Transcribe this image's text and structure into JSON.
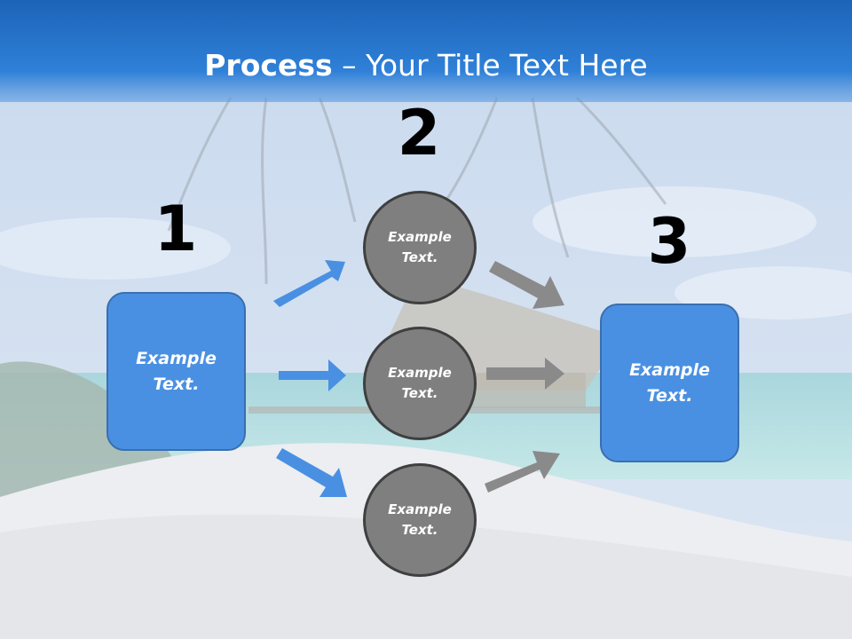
{
  "slide": {
    "title_bold": "Process",
    "title_rest": " – Your Title Text Here"
  },
  "steps": [
    {
      "number": "1",
      "label": "Example Text."
    },
    {
      "number": "2",
      "labels": [
        "Example Text.",
        "Example Text.",
        "Example Text."
      ]
    },
    {
      "number": "3",
      "label": "Example Text."
    }
  ],
  "colors": {
    "header_blue": "#2a78d0",
    "box_blue": "#4a90e2",
    "circle_gray": "#7f7f7f",
    "arrow_blue": "#4a90e2",
    "arrow_gray": "#8a8a8a"
  }
}
